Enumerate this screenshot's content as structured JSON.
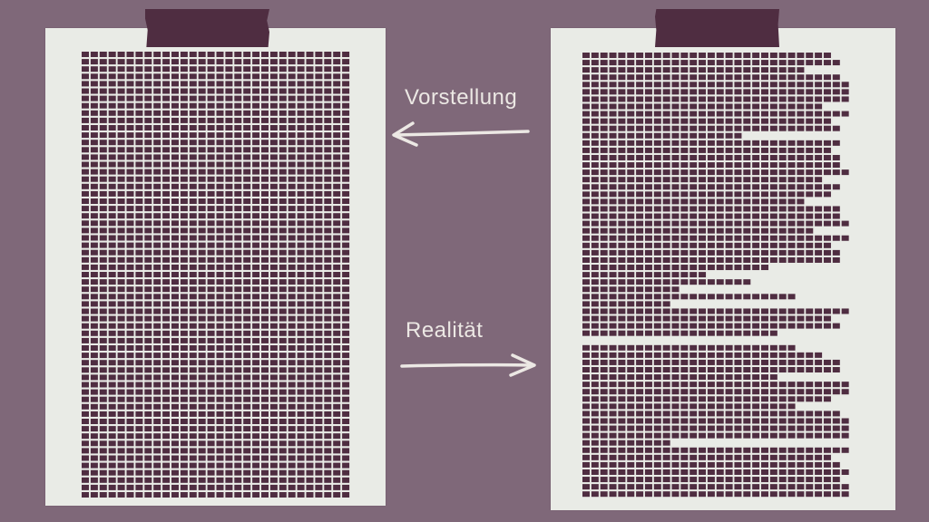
{
  "labels": {
    "top": "Vorstellung",
    "bottom": "Realität"
  },
  "arrows": {
    "top_direction": "left",
    "bottom_direction": "right"
  },
  "colors": {
    "background": "#7f6879",
    "paper": "#e9ebe6",
    "ink": "#4f2d41",
    "label": "#ece8e4"
  },
  "left_page": {
    "columns": 30,
    "rows": 61
  },
  "right_page": {
    "columns": 30,
    "row_lengths": [
      28,
      29,
      25,
      29,
      30,
      30,
      30,
      27,
      30,
      28,
      29,
      18,
      29,
      28,
      29,
      29,
      30,
      27,
      29,
      28,
      25,
      29,
      29,
      30,
      26,
      30,
      28,
      29,
      29,
      21,
      14,
      19,
      11,
      24,
      10,
      30,
      28,
      29,
      22,
      0,
      24,
      27,
      29,
      29,
      22,
      30,
      30,
      28,
      24,
      29,
      30,
      30,
      30,
      10,
      30,
      28,
      29,
      30,
      29,
      30,
      30
    ]
  }
}
